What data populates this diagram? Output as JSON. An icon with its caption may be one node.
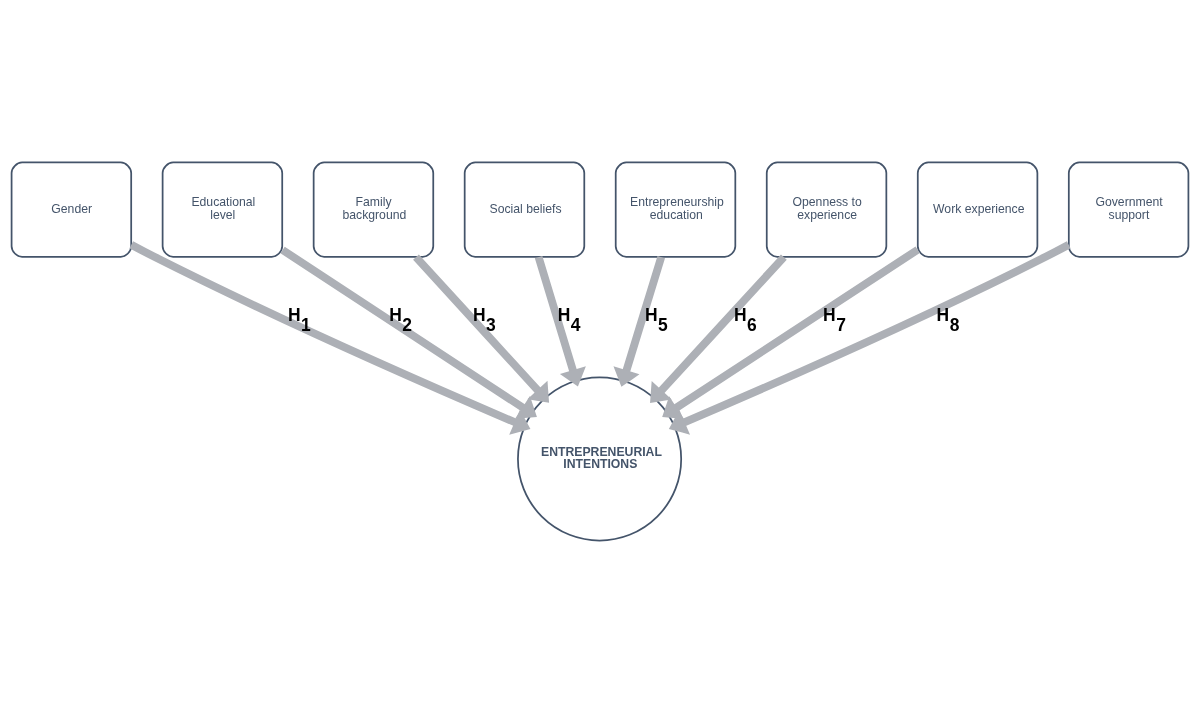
{
  "diagram": {
    "nodes": [
      {
        "text": [
          "Gender"
        ]
      },
      {
        "text": [
          "Educational level"
        ]
      },
      {
        "text": [
          "Family background"
        ]
      },
      {
        "text": [
          "Social beliefs"
        ]
      },
      {
        "text": [
          "Entrepreneurship education"
        ]
      },
      {
        "text": [
          "Openness to experience"
        ]
      },
      {
        "text": [
          "Work experience"
        ]
      },
      {
        "text": [
          "Government support"
        ]
      },
      {
        "text": [
          "ENTREPRENEURIAL INTENTIONS"
        ]
      }
    ],
    "edges": [
      {
        "from": 0,
        "to": 8,
        "arrow": "to",
        "label": "H$_{1}$"
      },
      {
        "from": 1,
        "to": 8,
        "arrow": "to",
        "label": "H$_{2}$"
      },
      {
        "from": 2,
        "to": 8,
        "arrow": "to",
        "label": "H$_{3}$"
      },
      {
        "from": 3,
        "to": 8,
        "arrow": "to",
        "label": "H$_{4}$"
      },
      {
        "from": 4,
        "to": 8,
        "arrow": "to",
        "label": "H$_{5}$"
      },
      {
        "from": 5,
        "to": 8,
        "arrow": "to",
        "label": "H$_{6}$"
      },
      {
        "from": 6,
        "to": 8,
        "arrow": "to",
        "label": "H$_{7}$"
      },
      {
        "from": 7,
        "to": 8,
        "arrow": "to",
        "label": "H$_{8}$"
      }
    ]
  }
}
